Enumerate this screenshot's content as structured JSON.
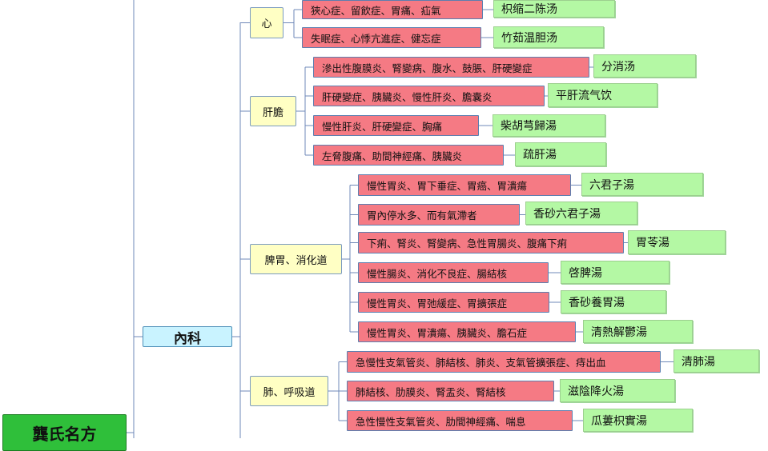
{
  "root": {
    "label": "龔氏名方"
  },
  "category": {
    "label": "內科"
  },
  "groups": [
    {
      "label": "心",
      "items": [
        {
          "disease": "狹心症、留飲症、胃痛、疝氣",
          "formula": "枳缩二陈汤"
        },
        {
          "disease": "失眠症、心悸亢進症、健忘症",
          "formula": "竹茹温胆汤"
        }
      ]
    },
    {
      "label": "肝膽",
      "items": [
        {
          "disease": "滲出性腹膜炎、腎變病、腹水、鼓脹、肝硬變症",
          "formula": "分消汤"
        },
        {
          "disease": "肝硬變症、胰臟炎、慢性肝炎、膽囊炎",
          "formula": "平肝流气饮"
        },
        {
          "disease": "慢性肝炎、肝硬變症、胸痛",
          "formula": "柴胡芎歸湯"
        },
        {
          "disease": "左脅腹痛、助間神經痛、胰臟炎",
          "formula": "疏肝湯"
        }
      ]
    },
    {
      "label": "脾胃、消化道",
      "items": [
        {
          "disease": "慢性胃炎、胃下垂症、胃癌、胃潰瘍",
          "formula": "六君子湯"
        },
        {
          "disease": "胃內停水多、而有氣滯者",
          "formula": "香砂六君子湯"
        },
        {
          "disease": "下痢、腎炎、腎變病、急性胃腸炎、腹痛下痢",
          "formula": "胃苓湯"
        },
        {
          "disease": "慢性腸炎、消化不良症、腸結核",
          "formula": "啓脾湯"
        },
        {
          "disease": "慢性胃炎、胃弛緩症、胃擴張症",
          "formula": "香砂養胃湯"
        },
        {
          "disease": "慢性胃炎、胃潰瘍、胰臟炎、膽石症",
          "formula": "清熱解鬱湯"
        }
      ]
    },
    {
      "label": "肺、呼吸道",
      "items": [
        {
          "disease": "急慢性支氣管炎、肺結核、肺炎、支氣管擴張症、痔出血",
          "formula": "清肺湯"
        },
        {
          "disease": "肺結核、肋膜炎、腎盂炎、腎結核",
          "formula": "滋陰降火湯"
        },
        {
          "disease": "急性慢性支氣管炎、肋間神經痛、喘息",
          "formula": "瓜蔞枳實湯"
        }
      ]
    }
  ]
}
